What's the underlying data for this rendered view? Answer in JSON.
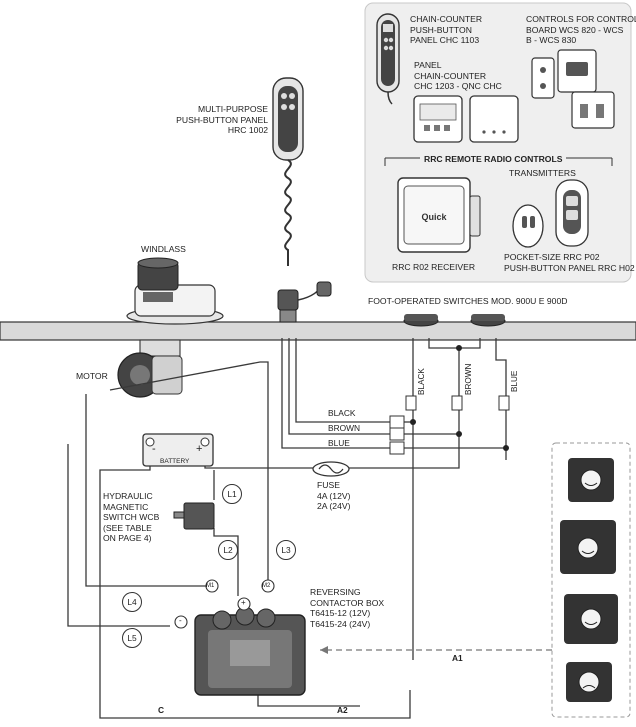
{
  "controls_panel": {
    "chain_counter_pushbutton": "CHAIN-COUNTER\nPUSH-BUTTON\nPANEL CHC 1103",
    "control_board": "CONTROLS FOR CONTROL\nBOARD WCS 820 - WCS\nB - WCS 830",
    "chain_counter_panel": "PANEL\nCHAIN-COUNTER\nCHC 1203 - QNC CHC",
    "rrc_title": "RRC REMOTE RADIO CONTROLS",
    "transmitters": "TRANSMITTERS",
    "receiver": "RRC R02 RECEIVER",
    "pocket_size": "POCKET-SIZE RRC P02\nPUSH-BUTTON PANEL RRC H02",
    "quick_logo": "Quick"
  },
  "labels": {
    "multi_purpose": "MULTI-PURPOSE\nPUSH-BUTTON PANEL\nHRC 1002",
    "windlass": "WINDLASS",
    "foot_switches": "FOOT-OPERATED SWITCHES MOD. 900U E 900D",
    "motor": "MOTOR",
    "battery": "BATTERY",
    "battery_minus": "-",
    "battery_plus": "+",
    "hydraulic_switch": "HYDRAULIC\nMAGNETIC\nSWITCH WCB\n(SEE TABLE\nON PAGE 4)",
    "fuse": "FUSE\n4A (12V)\n2A (24V)",
    "reversing_box": "REVERSING\nCONTACTOR BOX\nT6415-12 (12V)\nT6415-24 (24V)"
  },
  "wires": {
    "black": "BLACK",
    "brown": "BROWN",
    "blue": "BLUE"
  },
  "cables": {
    "l1": "L1",
    "l2": "L2",
    "l3": "L3",
    "l4": "L4",
    "l5": "L5",
    "a1": "A1",
    "a2": "A2",
    "c": "C"
  },
  "terminals": {
    "m1": "M1",
    "m2": "M2",
    "plus": "+",
    "minus": "-"
  },
  "colors": {
    "panel_bg": "#efefef",
    "line": "#3a3a3a",
    "deck": "#d9d9d9"
  },
  "icons": [
    "push-button-panel-icon",
    "windlass-icon",
    "motor-icon",
    "battery-icon",
    "breaker-icon",
    "fuse-icon",
    "contactor-box-icon",
    "foot-switch-icon",
    "receiver-icon",
    "transmitter-icon",
    "status-smiley-icon",
    "status-frown-icon"
  ]
}
